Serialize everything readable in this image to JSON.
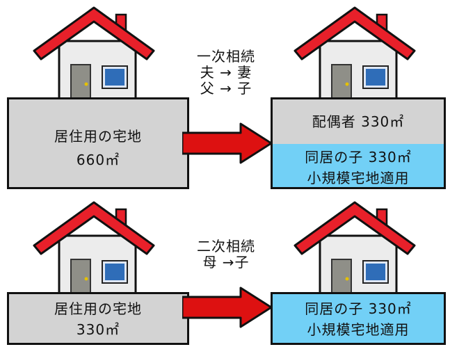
{
  "row1": {
    "caption": {
      "line1": "一次相続",
      "line2": "夫 → 妻",
      "line3": "父 → 子"
    },
    "left_lot": {
      "line1": "居住用の宅地",
      "line2": "660㎡"
    },
    "right_lot": {
      "top": "配偶者 330㎡",
      "bottom_line1": "同居の子 330㎡",
      "bottom_line2": "小規模宅地適用"
    }
  },
  "row2": {
    "caption": {
      "line1": "二次相続",
      "line2": "母 →子"
    },
    "left_lot": {
      "line1": "居住用の宅地",
      "line2": "330㎡"
    },
    "right_lot": {
      "line1": "同居の子 330㎡",
      "line2": "小規模宅地適用"
    }
  },
  "colors": {
    "roof": "#e8202a",
    "wall": "#ececec",
    "lot_gray": "#d3d3d3",
    "lot_blue": "#72d0f6",
    "arrow": "#dd1111",
    "window": "#2f6db8"
  }
}
